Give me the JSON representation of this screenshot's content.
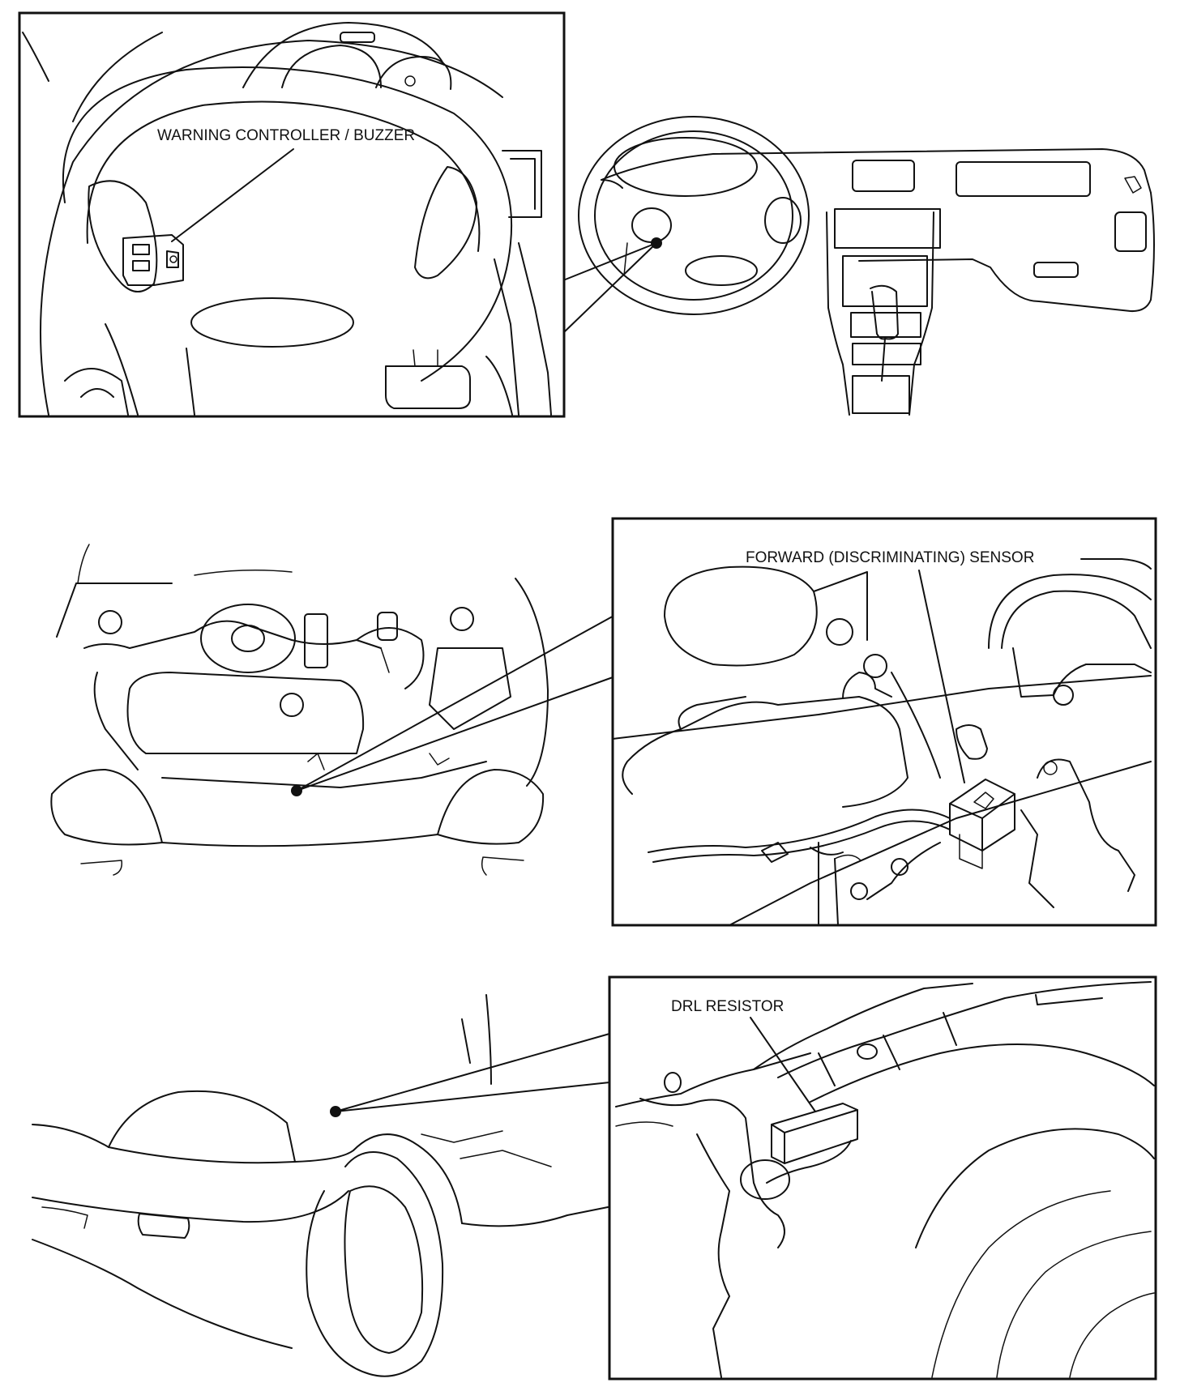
{
  "labels": {
    "warning_controller": "WARNING CONTROLLER / BUZZER",
    "forward_sensor": "FORWARD (DISCRIMINATING) SENSOR",
    "drl_resistor": "DRL RESISTOR"
  }
}
